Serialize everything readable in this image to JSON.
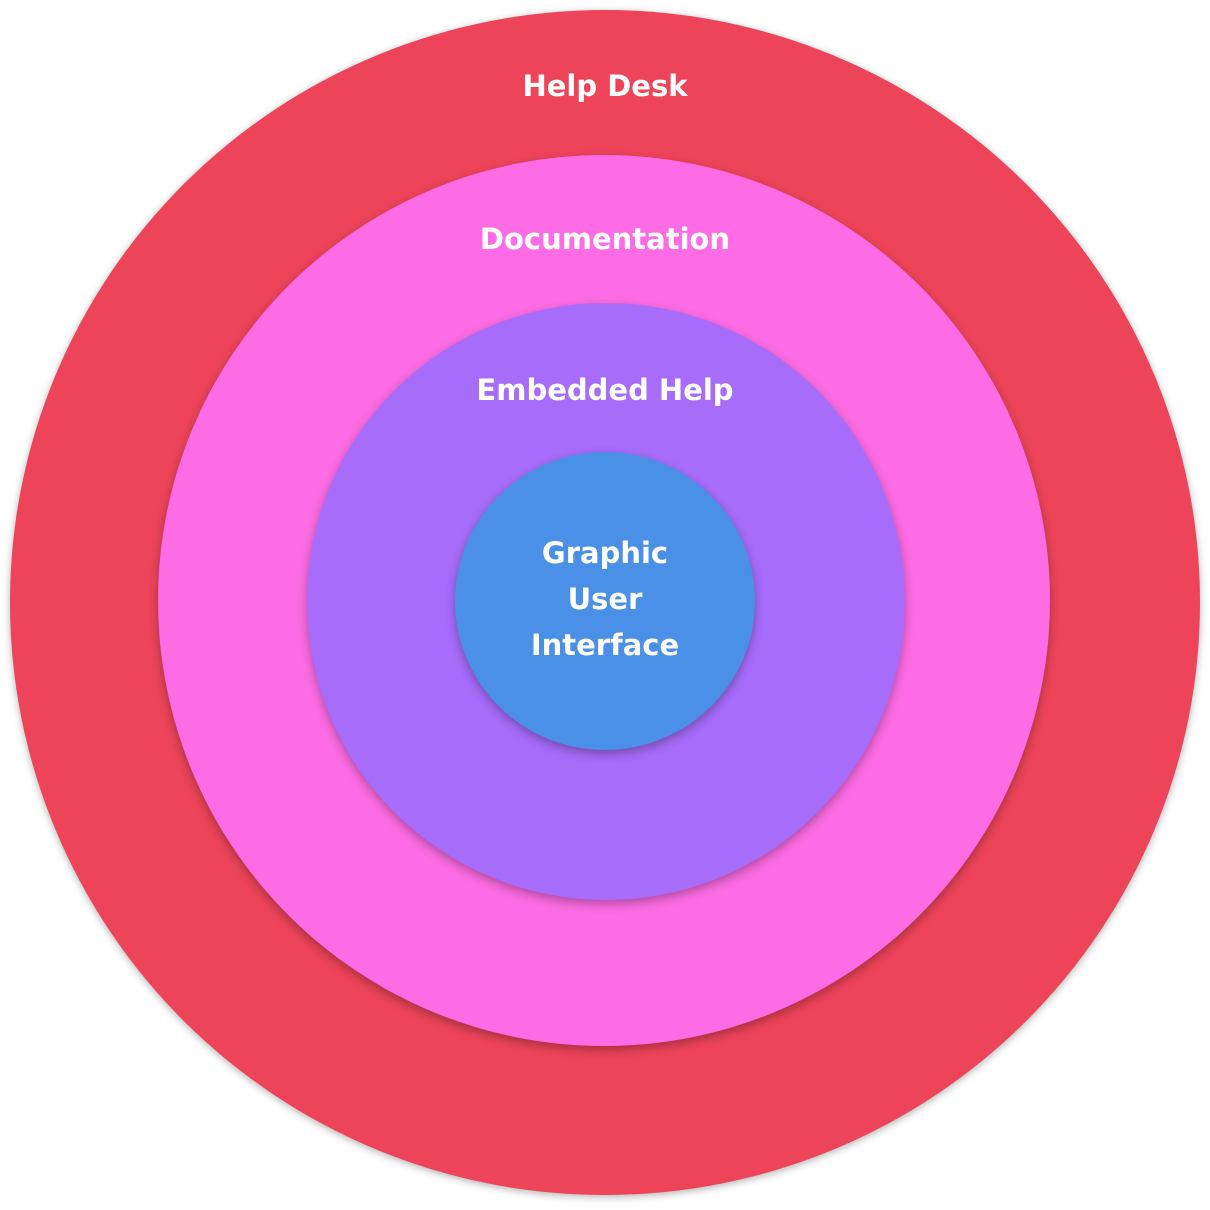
{
  "layers": [
    {
      "id": "help-desk",
      "label": "Help Desk",
      "color": "#ee4459"
    },
    {
      "id": "documentation",
      "label": "Documentation",
      "color": "#fd6ce4"
    },
    {
      "id": "embedded-help",
      "label": "Embedded Help",
      "color": "#a76cfa"
    },
    {
      "id": "gui",
      "label_lines": [
        "Graphic",
        "User",
        "Interface"
      ],
      "color": "#4a90e6"
    }
  ]
}
